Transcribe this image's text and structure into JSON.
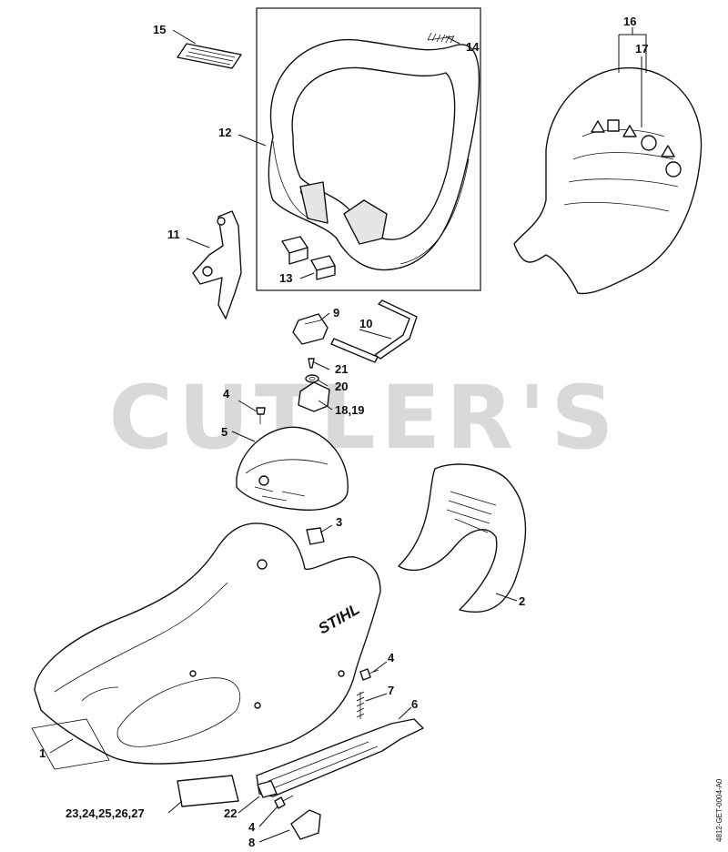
{
  "watermark": "CUTLER'S",
  "document_code": "4812-GET-0004-A0",
  "brand_on_housing": "STIHL",
  "part_labels": {
    "p1": "1",
    "p2": "2",
    "p3": "3",
    "p4a": "4",
    "p4b": "4",
    "p4c": "4",
    "p5": "5",
    "p6": "6",
    "p7": "7",
    "p8": "8",
    "p9": "9",
    "p10": "10",
    "p11": "11",
    "p12": "12",
    "p13": "13",
    "p14": "14",
    "p15": "15",
    "p16": "16",
    "p17": "17",
    "p18_19": "18,19",
    "p20": "20",
    "p21": "21",
    "p22": "22",
    "p23_27": "23,24,25,26,27"
  }
}
